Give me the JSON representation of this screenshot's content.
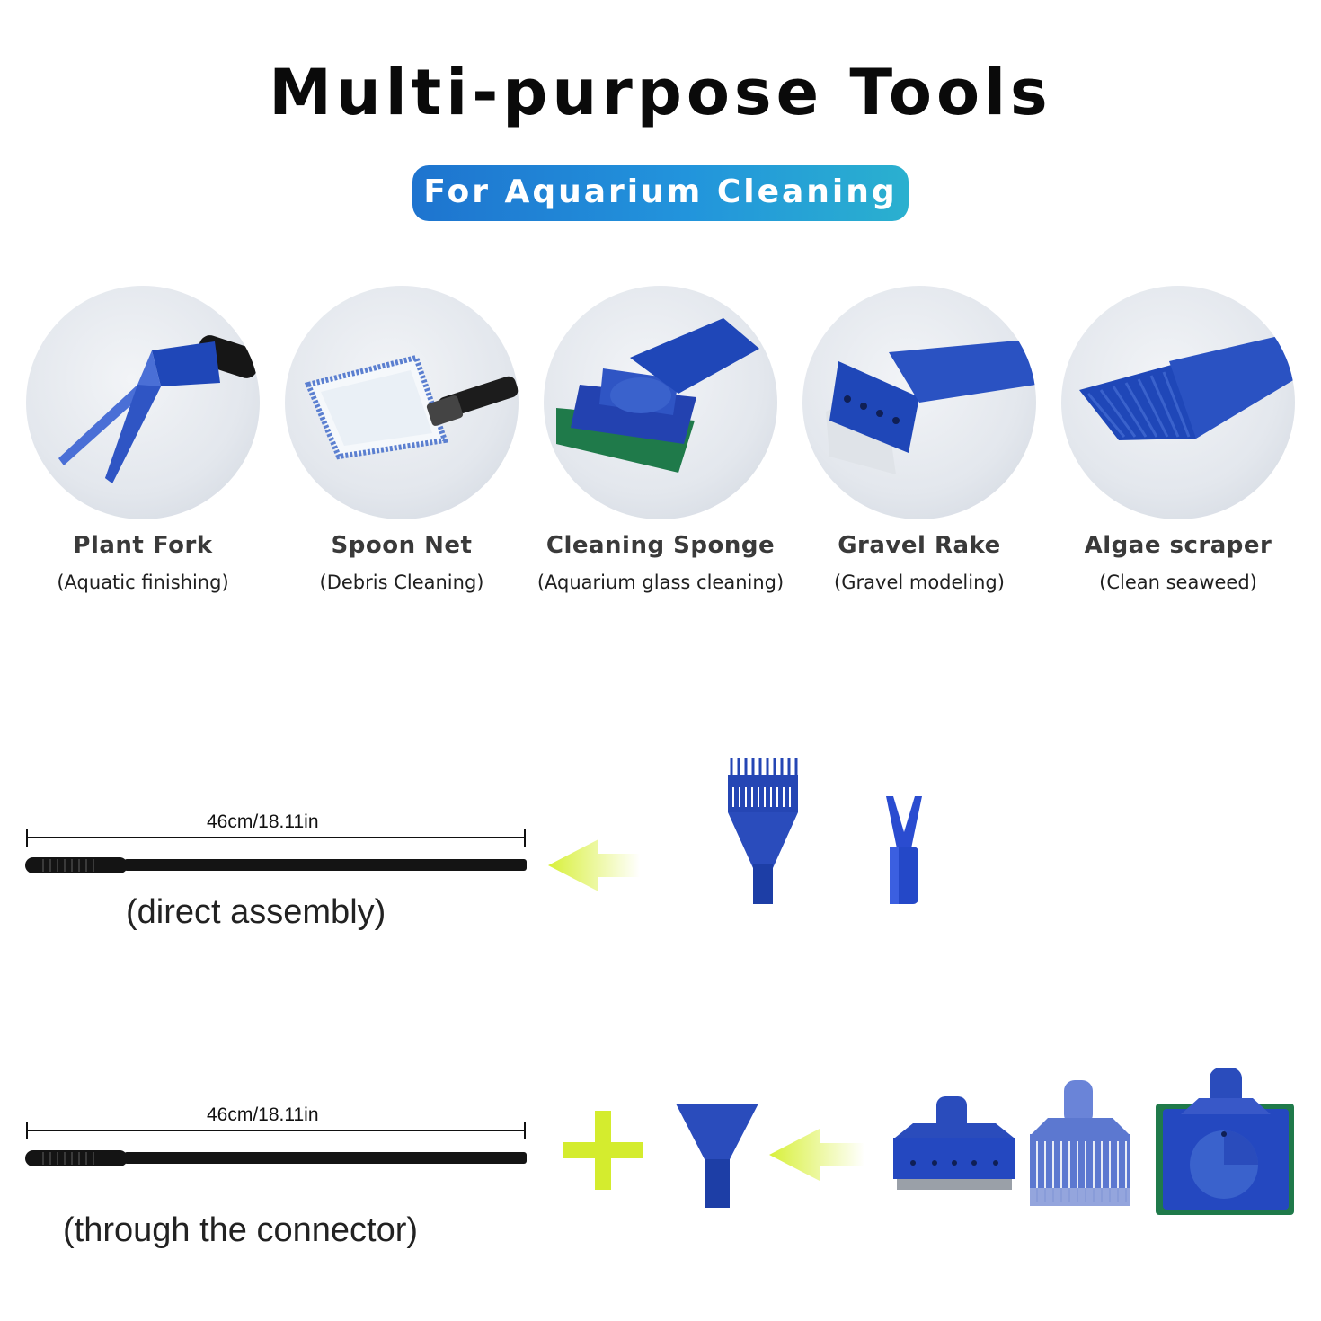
{
  "header": {
    "title": "Multi-purpose Tools",
    "subtitle": "For Aquarium Cleaning"
  },
  "tools": [
    {
      "name": "Plant Fork",
      "description": "(Aquatic finishing)",
      "icon": "plant-fork-icon"
    },
    {
      "name": "Spoon Net",
      "description": "(Debris Cleaning)",
      "icon": "spoon-net-icon"
    },
    {
      "name": "Cleaning Sponge",
      "description": "(Aquarium glass cleaning)",
      "icon": "cleaning-sponge-icon"
    },
    {
      "name": "Gravel Rake",
      "description": "(Gravel modeling)",
      "icon": "gravel-rake-icon"
    },
    {
      "name": "Algae scraper",
      "description": "(Clean seaweed)",
      "icon": "algae-scraper-icon"
    }
  ],
  "assembly": {
    "direct": {
      "length_label": "46cm/18.11in",
      "caption": "(direct assembly)"
    },
    "connector": {
      "length_label": "46cm/18.11in",
      "caption": "(through the connector)"
    }
  },
  "colors": {
    "tool_blue": "#1f47b8",
    "tool_light_blue": "#4a6fd6",
    "arrow_yellow": "#d8f03a",
    "plus_yellow": "#d4ec2e",
    "sponge_green": "#1f7a4a",
    "rod_black": "#141414"
  }
}
